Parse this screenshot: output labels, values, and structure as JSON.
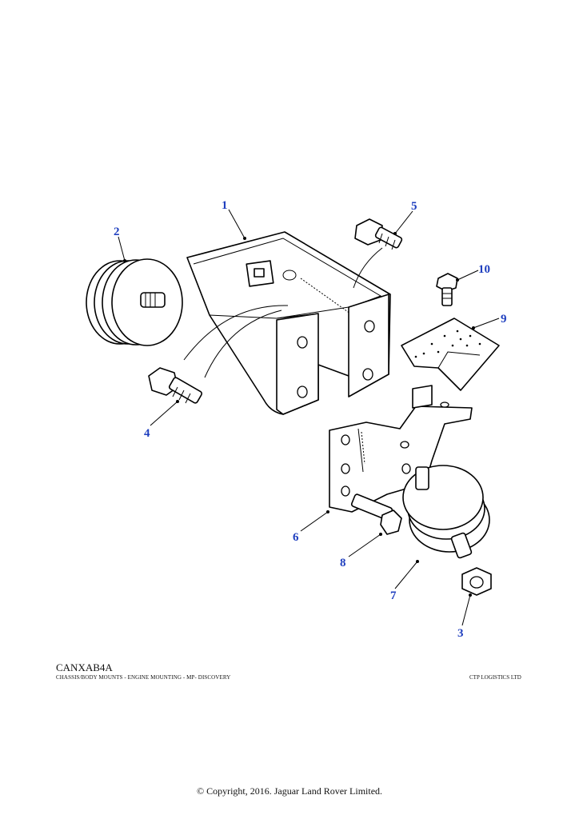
{
  "diagram": {
    "callouts": [
      {
        "id": "1",
        "label": "1"
      },
      {
        "id": "2",
        "label": "2"
      },
      {
        "id": "3",
        "label": "3"
      },
      {
        "id": "4",
        "label": "4"
      },
      {
        "id": "5",
        "label": "5"
      },
      {
        "id": "6",
        "label": "6"
      },
      {
        "id": "7",
        "label": "7"
      },
      {
        "id": "8",
        "label": "8"
      },
      {
        "id": "9",
        "label": "9"
      },
      {
        "id": "10",
        "label": "10"
      }
    ],
    "callout_color": "#1f3fbf"
  },
  "footer": {
    "code": "CANXAB4A",
    "description": "CHASSIS/BODY MOUNTS - ENGINE MOUNTING - MP- DISCOVERY",
    "vendor": "CTP LOGISTICS LTD",
    "copyright": "© Copyright, 2016. Jaguar Land Rover Limited."
  }
}
